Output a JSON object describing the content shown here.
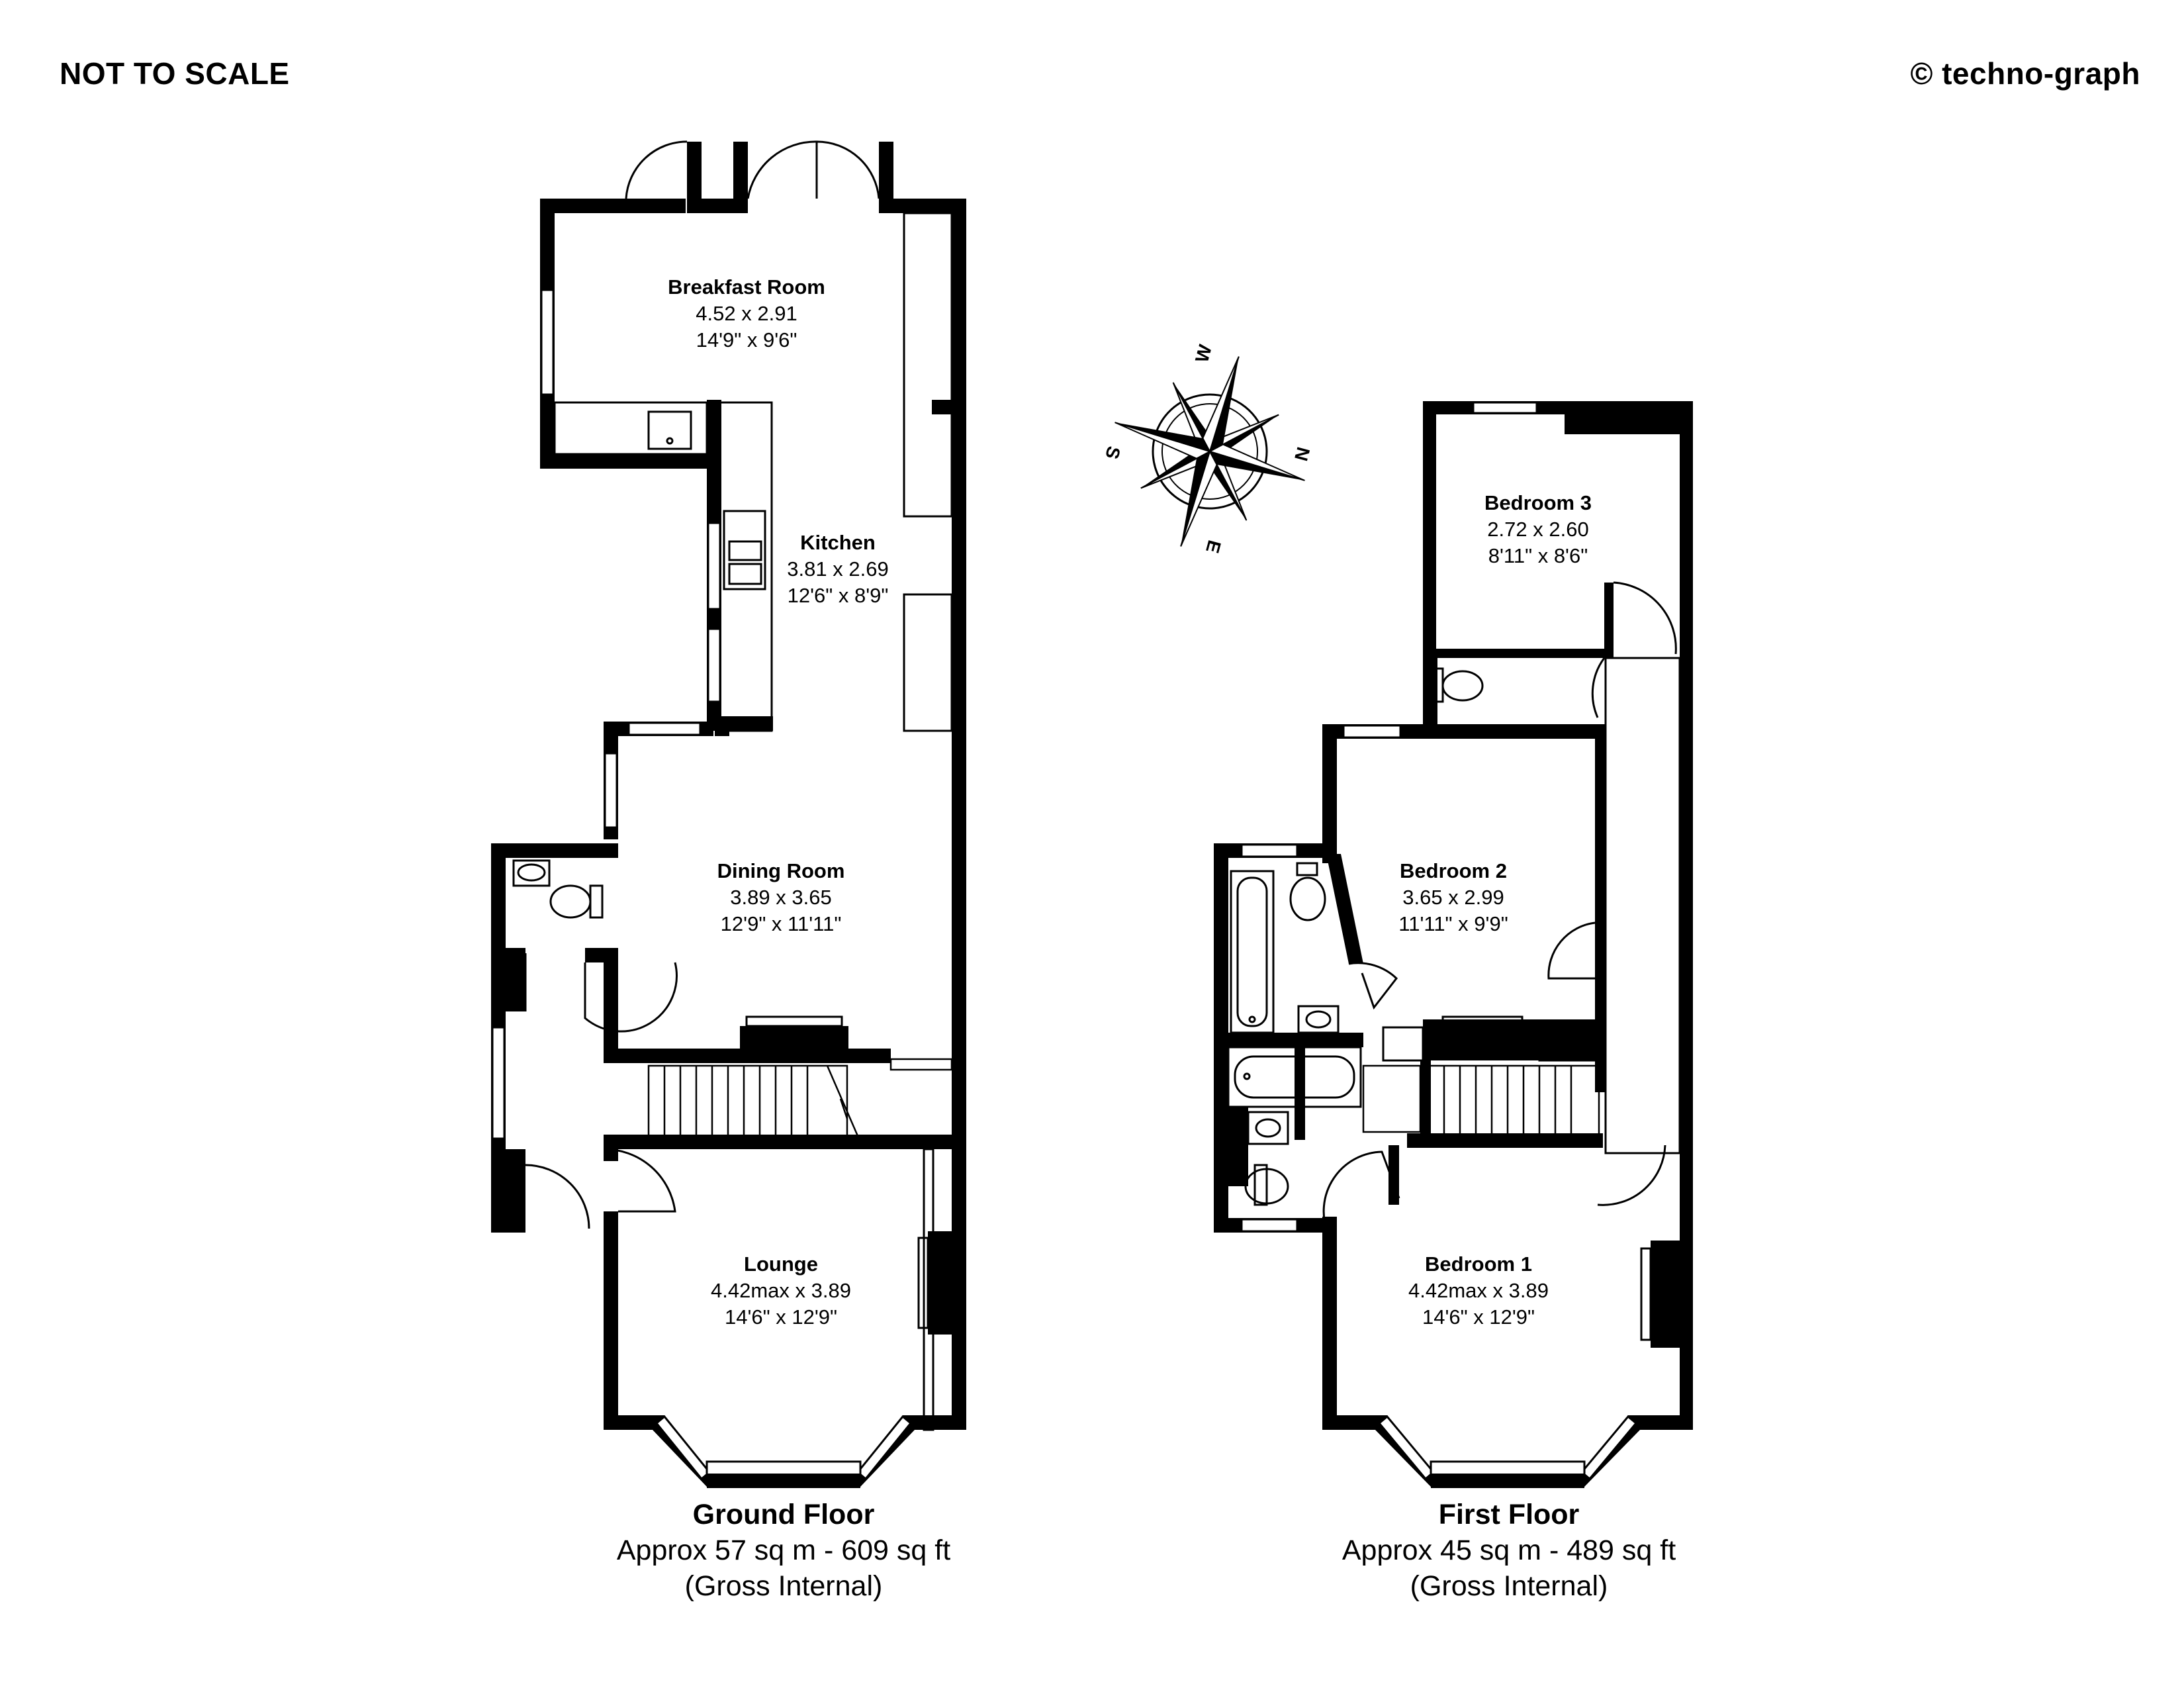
{
  "header": {
    "scale_note": "NOT TO SCALE",
    "copyright": "© techno-graph"
  },
  "compass": {
    "north": "N",
    "south": "S",
    "east": "E",
    "west": "W"
  },
  "rooms": {
    "breakfast": {
      "name": "Breakfast Room",
      "metric": "4.52 x 2.91",
      "imperial": "14'9\" x 9'6\""
    },
    "kitchen": {
      "name": "Kitchen",
      "metric": "3.81 x 2.69",
      "imperial": "12'6\" x 8'9\""
    },
    "dining": {
      "name": "Dining Room",
      "metric": "3.89 x 3.65",
      "imperial": "12'9\" x 11'11\""
    },
    "lounge": {
      "name": "Lounge",
      "metric": "4.42max x 3.89",
      "imperial": "14'6\" x 12'9\""
    },
    "bedroom3": {
      "name": "Bedroom 3",
      "metric": "2.72 x 2.60",
      "imperial": "8'11\" x 8'6\""
    },
    "bedroom2": {
      "name": "Bedroom 2",
      "metric": "3.65 x 2.99",
      "imperial": "11'11\" x 9'9\""
    },
    "bedroom1": {
      "name": "Bedroom 1",
      "metric": "4.42max x 3.89",
      "imperial": "14'6\" x 12'9\""
    }
  },
  "floors": {
    "ground": {
      "title": "Ground Floor",
      "area": "Approx 57 sq m - 609 sq ft",
      "basis": "(Gross Internal)"
    },
    "first": {
      "title": "First Floor",
      "area": "Approx 45 sq m - 489 sq ft",
      "basis": "(Gross Internal)"
    }
  }
}
